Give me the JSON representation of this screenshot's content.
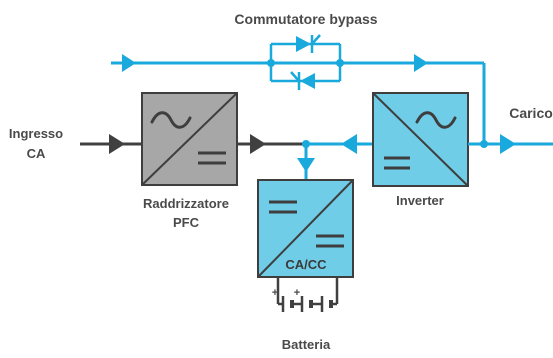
{
  "labels": {
    "bypass": "Commutatore bypass",
    "input_line1": "Ingresso",
    "input_line2": "CA",
    "output": "Carico",
    "rectifier_line1": "Raddrizzatore",
    "rectifier_line2": "PFC",
    "inverter": "Inverter",
    "converter": "CA/CC",
    "battery": "Batteria",
    "plus_symbol": "+"
  },
  "colors": {
    "accent_line": "#19a9dc",
    "dark_line": "#404040",
    "rectifier_fill": "#a7a7a7",
    "converter_fill": "#6fcde8",
    "text": "#4a4a4a"
  },
  "icons": {
    "ac_symbol": "sine-wave-icon",
    "dc_symbol": "dc-bars-icon",
    "thyristor": "thyristor-icon",
    "battery_cell": "battery-cell-icon"
  }
}
